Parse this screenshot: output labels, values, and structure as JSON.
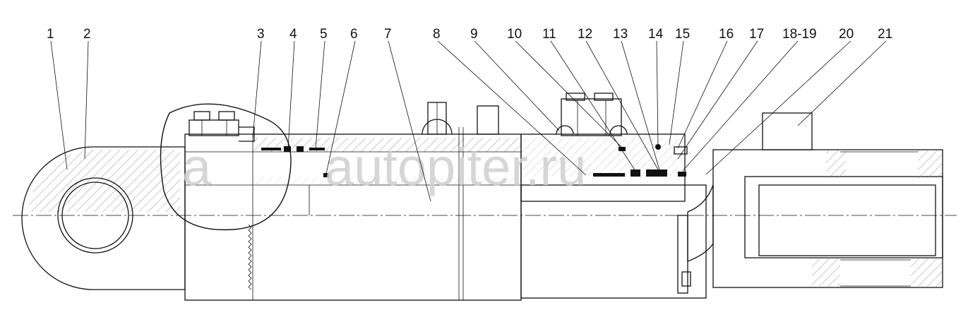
{
  "callouts": [
    {
      "id": "1",
      "label": "1"
    },
    {
      "id": "2",
      "label": "2"
    },
    {
      "id": "3",
      "label": "3"
    },
    {
      "id": "4",
      "label": "4"
    },
    {
      "id": "5",
      "label": "5"
    },
    {
      "id": "6",
      "label": "6"
    },
    {
      "id": "7",
      "label": "7"
    },
    {
      "id": "8",
      "label": "8"
    },
    {
      "id": "9",
      "label": "9"
    },
    {
      "id": "10",
      "label": "10"
    },
    {
      "id": "11",
      "label": "11"
    },
    {
      "id": "12",
      "label": "12"
    },
    {
      "id": "13",
      "label": "13"
    },
    {
      "id": "14",
      "label": "14"
    },
    {
      "id": "15",
      "label": "15"
    },
    {
      "id": "16",
      "label": "16"
    },
    {
      "id": "17",
      "label": "17"
    },
    {
      "id": "18-19",
      "label": "18-19"
    },
    {
      "id": "20",
      "label": "20"
    },
    {
      "id": "21",
      "label": "21"
    }
  ],
  "watermark": {
    "text": "autopiter.ru",
    "logo_letter": "a"
  },
  "colors": {
    "line": "#111111",
    "hatch": "#777777",
    "watermark": "#d0d0d0",
    "background": "#ffffff"
  }
}
